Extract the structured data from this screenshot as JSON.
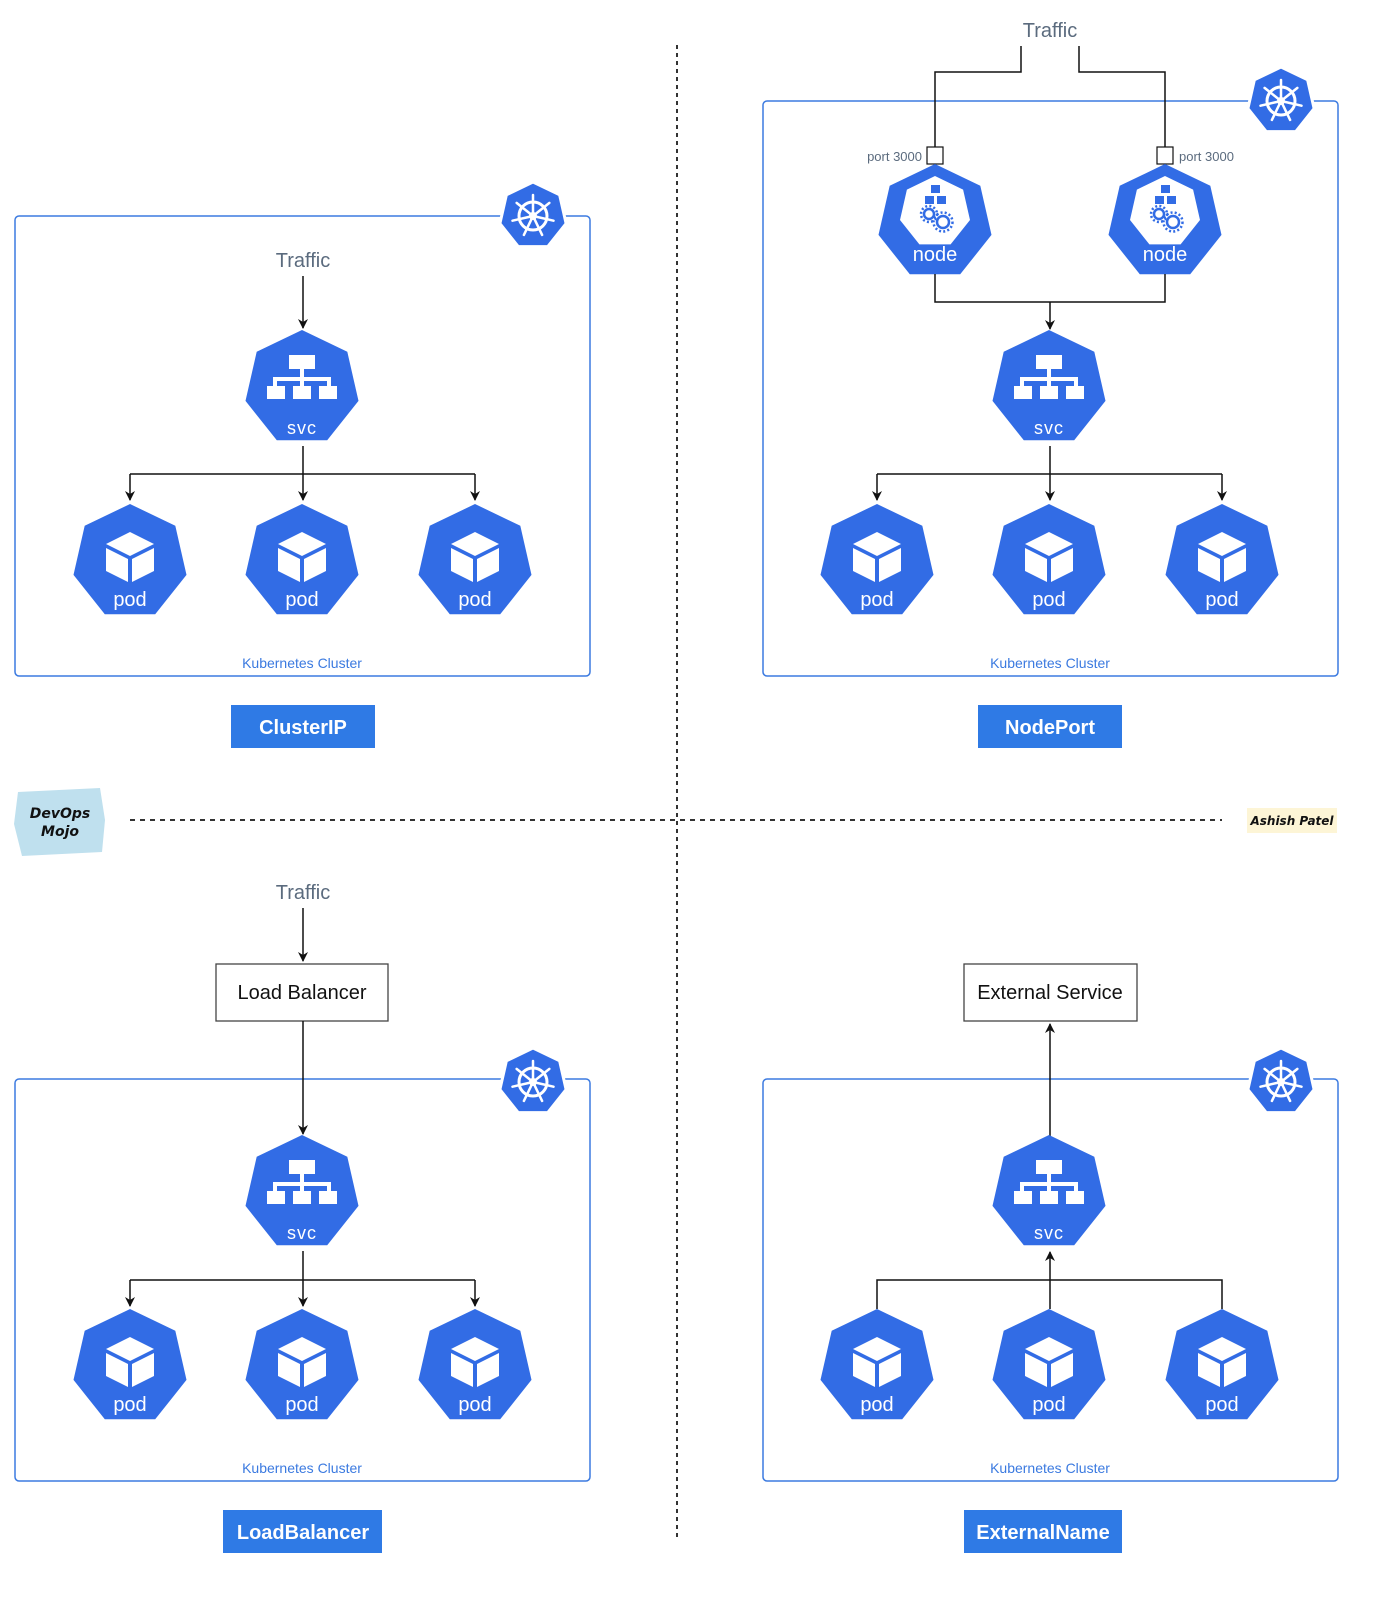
{
  "quadrants": {
    "clusterip": {
      "title": "ClusterIP",
      "traffic": "Traffic",
      "cluster_label": "Kubernetes Cluster",
      "svc_label": "svc",
      "pod_labels": [
        "pod",
        "pod",
        "pod"
      ]
    },
    "nodeport": {
      "title": "NodePort",
      "traffic": "Traffic",
      "cluster_label": "Kubernetes Cluster",
      "svc_label": "svc",
      "node_labels": [
        "node",
        "node"
      ],
      "port_labels": [
        "port 3000",
        "port 3000"
      ],
      "pod_labels": [
        "pod",
        "pod",
        "pod"
      ]
    },
    "loadbalancer": {
      "title": "LoadBalancer",
      "traffic": "Traffic",
      "lb_box": "Load Balancer",
      "cluster_label": "Kubernetes Cluster",
      "svc_label": "svc",
      "pod_labels": [
        "pod",
        "pod",
        "pod"
      ]
    },
    "externalname": {
      "title": "ExternalName",
      "ext_box": "External Service",
      "cluster_label": "Kubernetes Cluster",
      "svc_label": "svc",
      "pod_labels": [
        "pod",
        "pod",
        "pod"
      ]
    }
  },
  "badges": {
    "left": "DevOps Mojo",
    "right": "Ashish Patel"
  },
  "colors": {
    "k8s_blue": "#326ce5",
    "cluster_border": "#3b7ae0",
    "title_bg": "#2f7ae5",
    "mojo_bg": "#bfe0ee",
    "author_bg": "#fdf5d6"
  }
}
